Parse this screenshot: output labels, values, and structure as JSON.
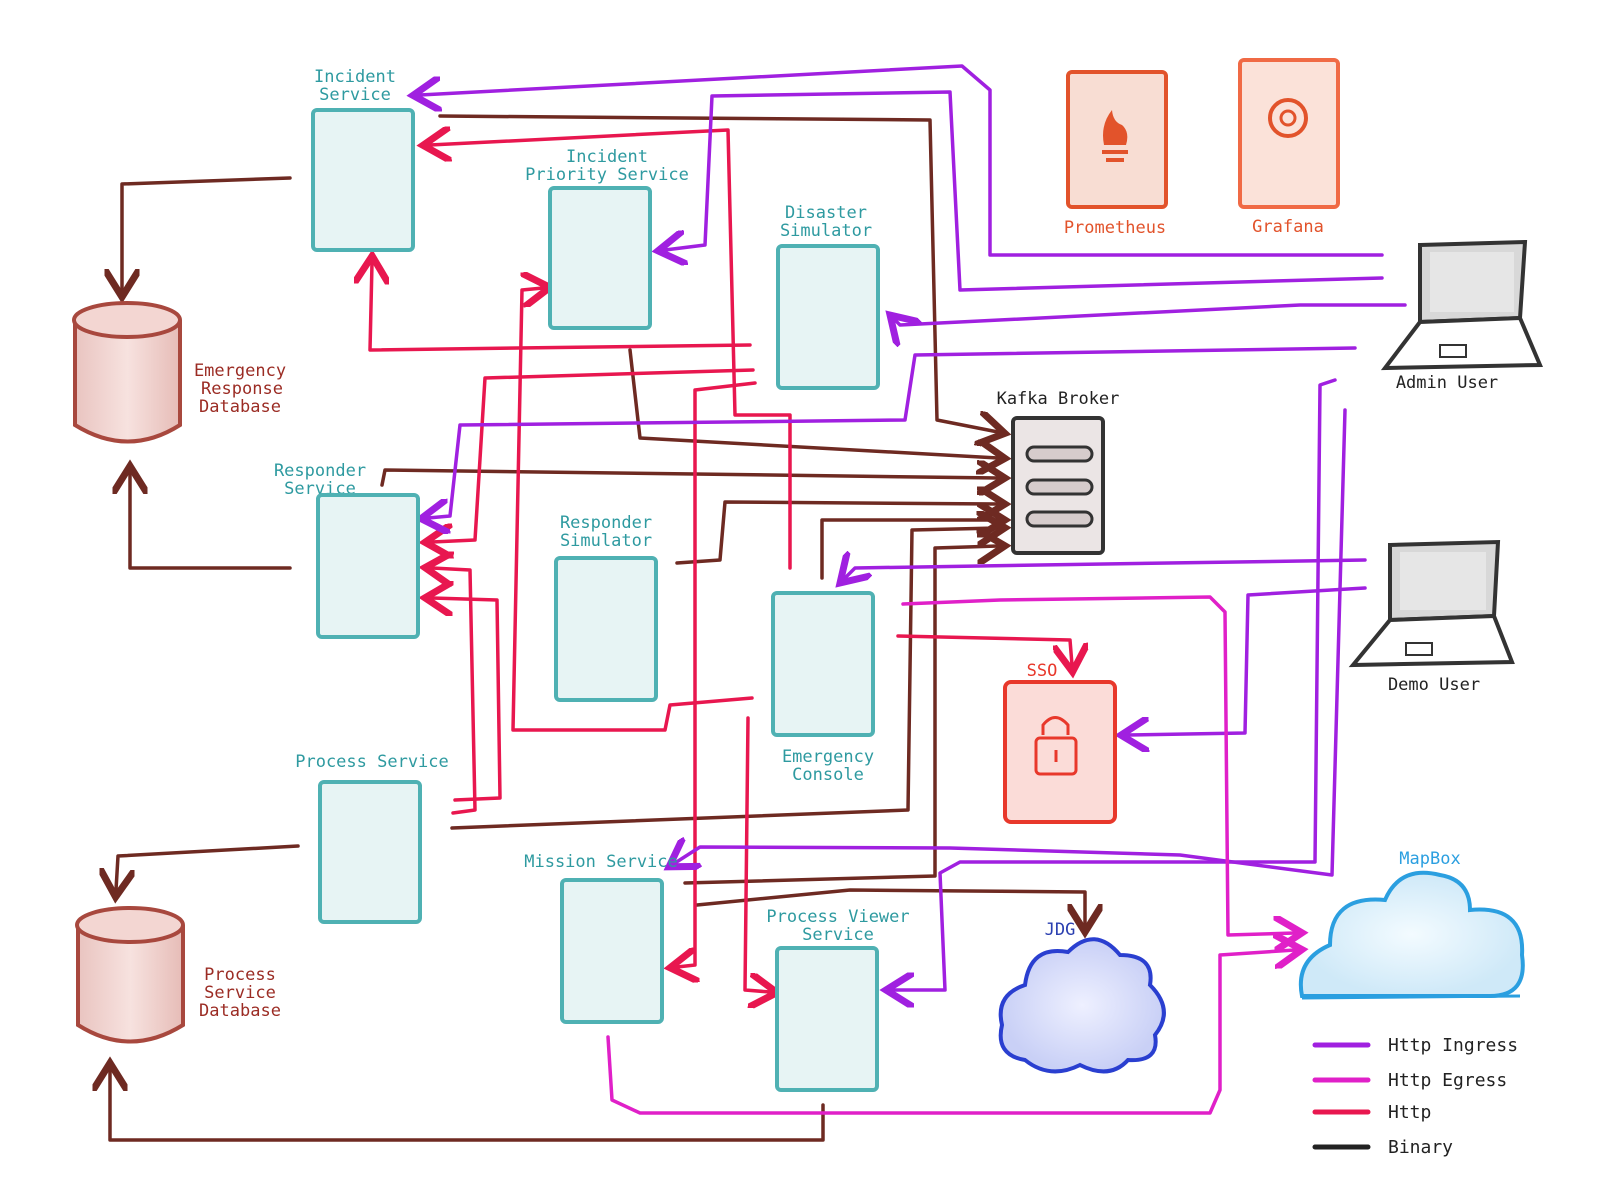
{
  "colors": {
    "http_ingress": "#a020e0",
    "http_egress": "#e020c8",
    "http": "#e8174f",
    "binary": "#6e2a22",
    "service": "#4fb1b3",
    "database": "#a8483e"
  },
  "services": {
    "incident": [
      "Incident",
      "Service"
    ],
    "incident_priority": [
      "Incident",
      "Priority Service"
    ],
    "disaster_simulator": [
      "Disaster",
      "Simulator"
    ],
    "responder": [
      "Responder",
      "Service"
    ],
    "responder_simulator": [
      "Responder",
      "Simulator"
    ],
    "emergency_console": [
      "Emergency",
      "Console"
    ],
    "process": [
      "Process Service"
    ],
    "mission": [
      "Mission Service"
    ],
    "process_viewer": [
      "Process Viewer",
      "Service"
    ]
  },
  "databases": {
    "emergency_response": [
      "Emergency",
      "Response",
      "Database"
    ],
    "process_service": [
      "Process",
      "Service",
      "Database"
    ]
  },
  "infra": {
    "kafka": "Kafka Broker",
    "prometheus": "Prometheus",
    "grafana": "Grafana",
    "sso": "SSO",
    "jdg": "JDG",
    "mapbox": "MapBox"
  },
  "users": {
    "admin": "Admin User",
    "demo": "Demo User"
  },
  "legend": [
    {
      "label": "Http Ingress",
      "color": "#a020e0"
    },
    {
      "label": "Http Egress",
      "color": "#e020c8"
    },
    {
      "label": "Http",
      "color": "#e8174f"
    },
    {
      "label": "Binary",
      "color": "#222222"
    }
  ]
}
